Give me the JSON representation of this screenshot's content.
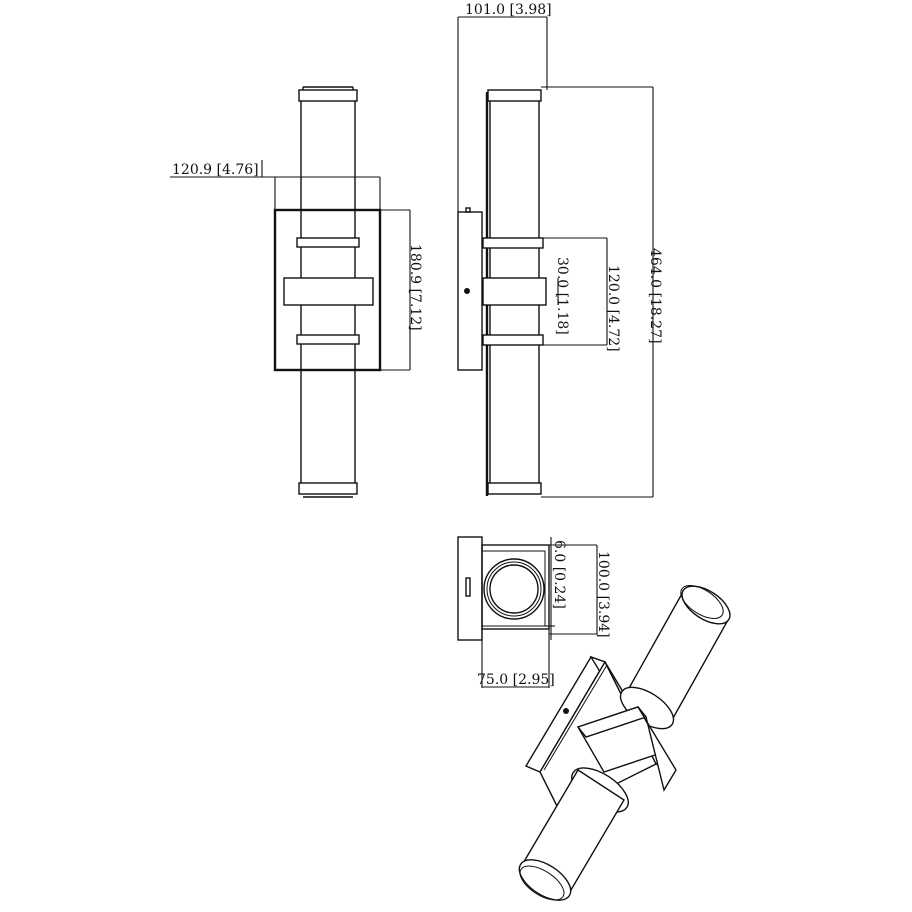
{
  "drawing": {
    "type": "technical-dimension-drawing",
    "subject": "double-ended cylindrical wall sconce",
    "units": "mm [in]",
    "views": {
      "front": {
        "dimensions": {
          "width": "120.9 [4.76]",
          "backplate_height": "180.9 [7.12]"
        }
      },
      "side": {
        "dimensions": {
          "depth": "101.0 [3.98]",
          "overall_height": "464.0 [18.27]",
          "arm_height": "120.0 [4.72]",
          "clamp_height": "30.0 [1.18]"
        }
      },
      "top": {
        "dimensions": {
          "lens_inset": "6.0 [0.24]",
          "height": "100.0 [3.94]",
          "depth": "75.0 [2.95]"
        }
      },
      "isometric": {}
    },
    "colors": {
      "line": "#111111",
      "background": "#ffffff"
    }
  }
}
